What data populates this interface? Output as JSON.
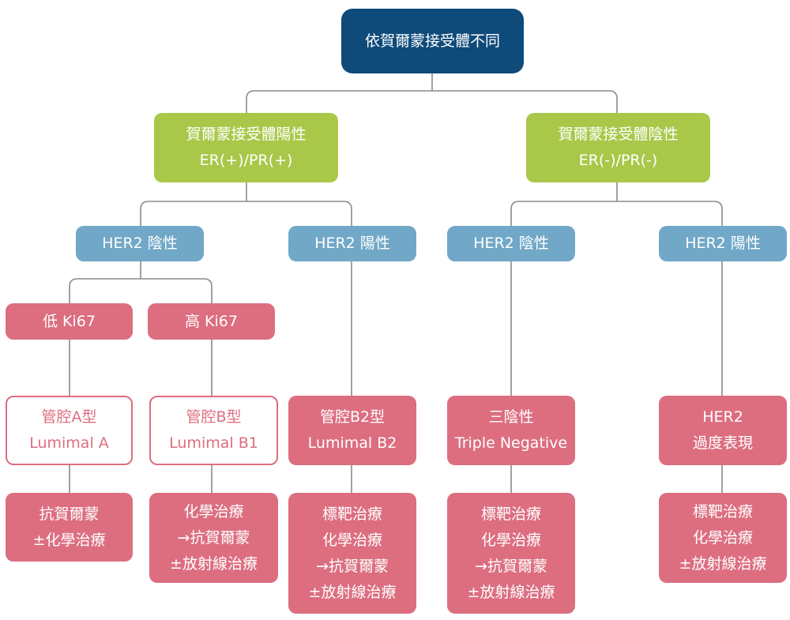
{
  "root": {
    "label": "依賀爾蒙接受體不同"
  },
  "hr_positive": {
    "line1": "賀爾蒙接受體陽性",
    "line2": "ER(+)/PR(+)"
  },
  "hr_negative": {
    "line1": "賀爾蒙接受體陰性",
    "line2": "ER(-)/PR(-)"
  },
  "her2": {
    "pos_branch_negative": "HER2 陰性",
    "pos_branch_positive": "HER2 陽性",
    "neg_branch_negative": "HER2 陰性",
    "neg_branch_positive": "HER2 陽性"
  },
  "ki67": {
    "low": "低 Ki67",
    "high": "高 Ki67"
  },
  "subtypes": {
    "luminal_a": {
      "line1": "管腔A型",
      "line2": "Lumimal A"
    },
    "luminal_b1": {
      "line1": "管腔B型",
      "line2": "Lumimal B1"
    },
    "luminal_b2": {
      "line1": "管腔B2型",
      "line2": "Lumimal B2"
    },
    "triple_negative": {
      "line1": "三陰性",
      "line2": "Triple Negative"
    },
    "her2_over": {
      "line1": "HER2",
      "line2": "過度表現"
    }
  },
  "treatments": {
    "luminal_a": [
      "抗賀爾蒙",
      "±化學治療"
    ],
    "luminal_b1": [
      "化學治療",
      "→抗賀爾蒙",
      "±放射線治療"
    ],
    "luminal_b2": [
      "標靶治療",
      "化學治療",
      "→抗賀爾蒙",
      "±放射線治療"
    ],
    "triple_negative": [
      "標靶治療",
      "化學治療",
      "→抗賀爾蒙",
      "±放射線治療"
    ],
    "her2_over": [
      "標靶治療",
      "化學治療",
      "±放射線治療"
    ]
  },
  "colors": {
    "root": "#0e4a7a",
    "hormone": "#a9c84a",
    "her2": "#71a8c7",
    "pink": "#dc6e80",
    "connector": "#8a8a8a"
  }
}
